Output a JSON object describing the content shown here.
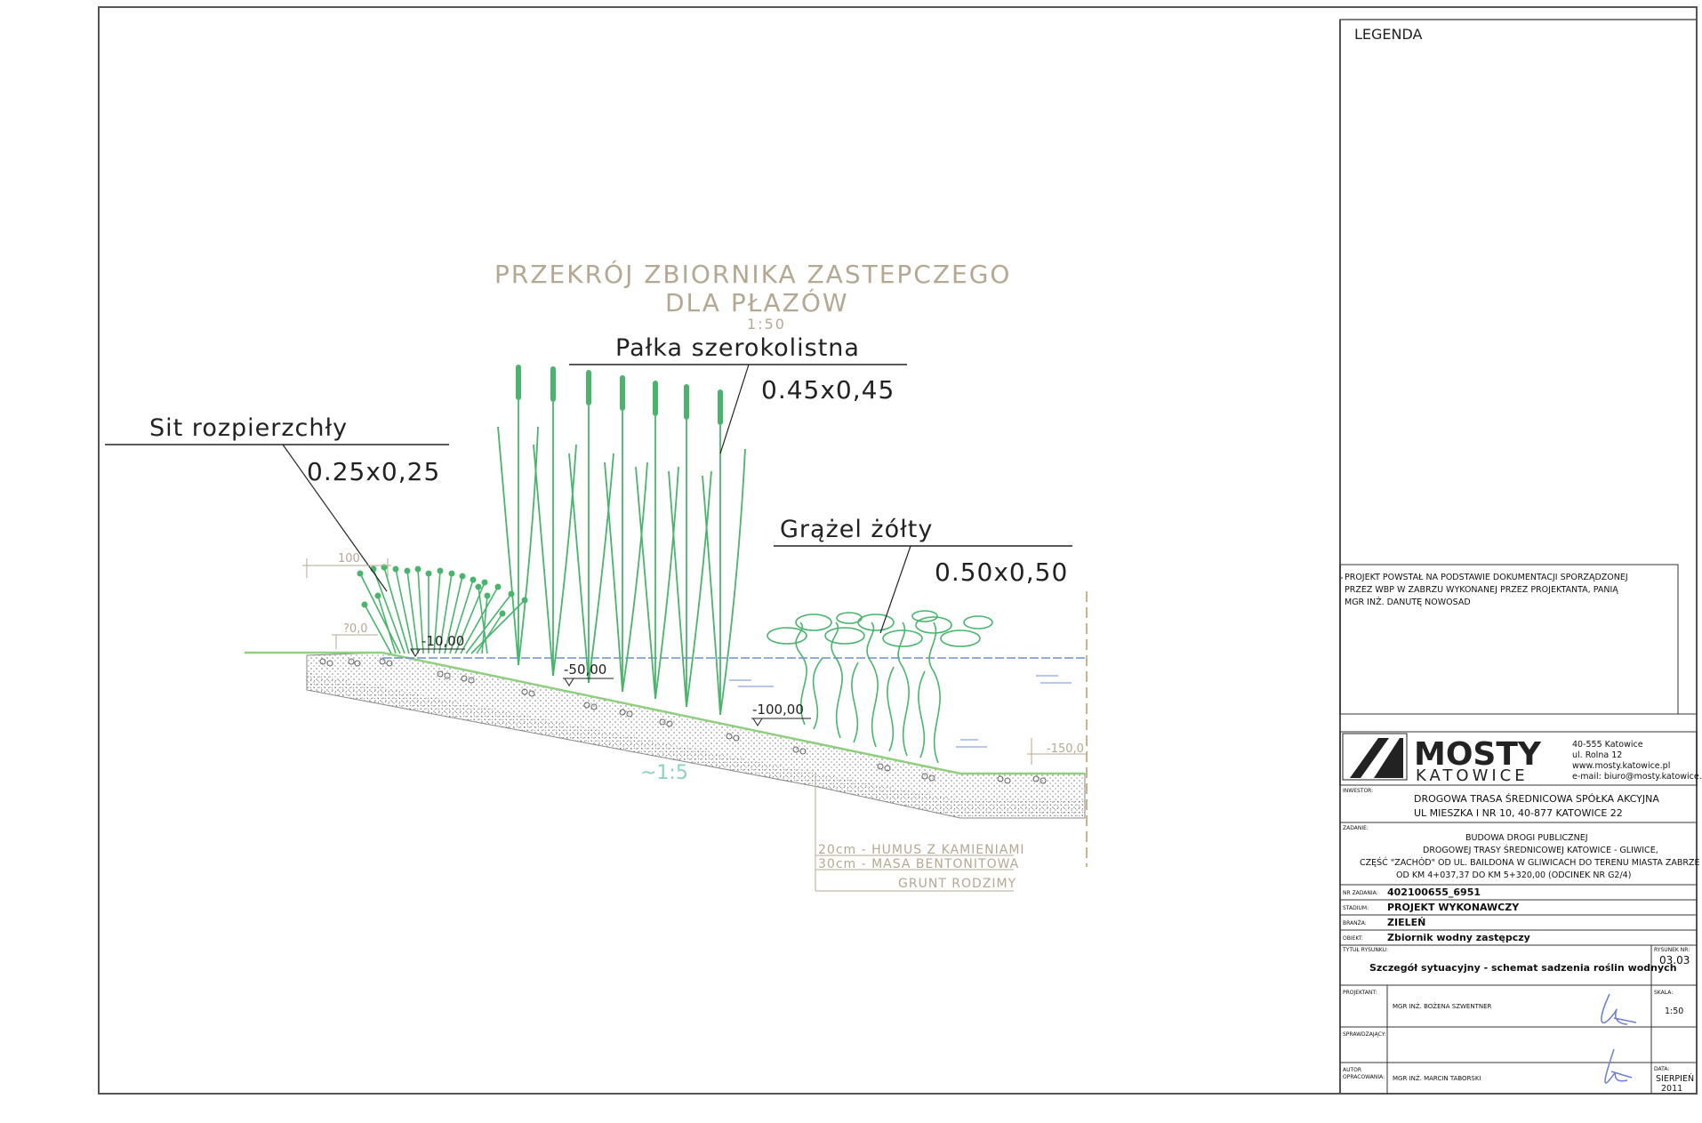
{
  "drawing": {
    "title_line1": "PRZEKRÓJ ZBIORNIKA ZASTEPCZEGO",
    "title_line2": "DLA PŁAZÓW",
    "title_scale": "1:50"
  },
  "plants": [
    {
      "name": "Sit rozpierzchły",
      "spacing": "0.25x0,25"
    },
    {
      "name": "Pałka szerokolistna",
      "spacing": "0.45x0,45"
    },
    {
      "name": "Grążel żółty",
      "spacing": "0.50x0,50"
    }
  ],
  "levels": {
    "top": "?0,0",
    "l1": "-10,00",
    "l2": "-50,00",
    "l3": "-100,00",
    "l4": "-150,0",
    "width_dim": "100"
  },
  "slope": "~1:5",
  "layers": [
    "20cm - HUMUS Z KAMIENIAMI",
    "30cm - MASA BENTONITOWA",
    "GRUNT RODZIMY"
  ],
  "legend": {
    "title": "LEGENDA"
  },
  "title_block": {
    "note_line1": "PROJEKT POWSTAŁ NA PODSTAWIE DOKUMENTACJI SPORZĄDZONEJ",
    "note_line2": "PRZEZ WBP W ZABRZU WYKONANEJ PRZEZ PROJEKTANTA, PANIĄ",
    "note_line3": "MGR INŻ. DANUTĘ NOWOSAD",
    "company_name": "MOSTY",
    "company_city": "KATOWICE",
    "company_addr1": "40-555 Katowice",
    "company_addr2": "ul. Rolna 12",
    "company_www": "www.mosty.katowice.pl",
    "company_email": "e-mail: biuro@mosty.katowice.pl",
    "investor_label": "INWESTOR:",
    "investor_line1": "DROGOWA TRASA ŚREDNICOWA SPÓŁKA AKCYJNA",
    "investor_line2": "UL MIESZKA I NR 10, 40-877 KATOWICE 22",
    "task_label": "ZADANIE:",
    "task_line1": "BUDOWA DROGI PUBLICZNEJ",
    "task_line2": "DROGOWEJ TRASY ŚREDNICOWEJ KATOWICE - GLIWICE,",
    "task_line3": "CZĘŚĆ \"ZACHÓD\" OD UL. BAILDONA W GLIWICACH DO TERENU MIASTA ZABRZE",
    "task_line4": "OD KM 4+037,37 DO KM 5+320,00 (ODCINEK NR G2/4)",
    "task_no_label": "NR ZADANIA:",
    "task_no": "402100655_6951",
    "stage_label": "STADIUM:",
    "stage": "PROJEKT WYKONAWCZY",
    "branch_label": "BRANŻA:",
    "branch": "ZIELEŃ",
    "object_label": "OBIEKT:",
    "object": "Zbiornik wodny zastępczy",
    "drawing_title_label": "TYTUŁ RYSUNKU:",
    "drawing_title": "Szczegół sytuacyjny - schemat sadzenia roślin wodnych",
    "drawing_no_label": "RYSUNEK NR:",
    "drawing_no": "03.03",
    "designer_label": "PROJEKTANT:",
    "designer": "MGR INŻ. BOŻENA SZWENTNER",
    "checker_label": "SPRAWDZAJĄCY:",
    "author_label1": "AUTOR",
    "author_label2": "OPRACOWANIA:",
    "author": "MGR INŻ. MARCIN TABORSKI",
    "scale_label": "SKALA:",
    "scale": "1:50",
    "date_label": "DATA:",
    "date_month": "SIERPIEŃ",
    "date_year": "2011"
  },
  "colors": {
    "plant": "#49b46c",
    "water": "#6f8fcf",
    "title": "#b5a892",
    "line": "#222222"
  }
}
